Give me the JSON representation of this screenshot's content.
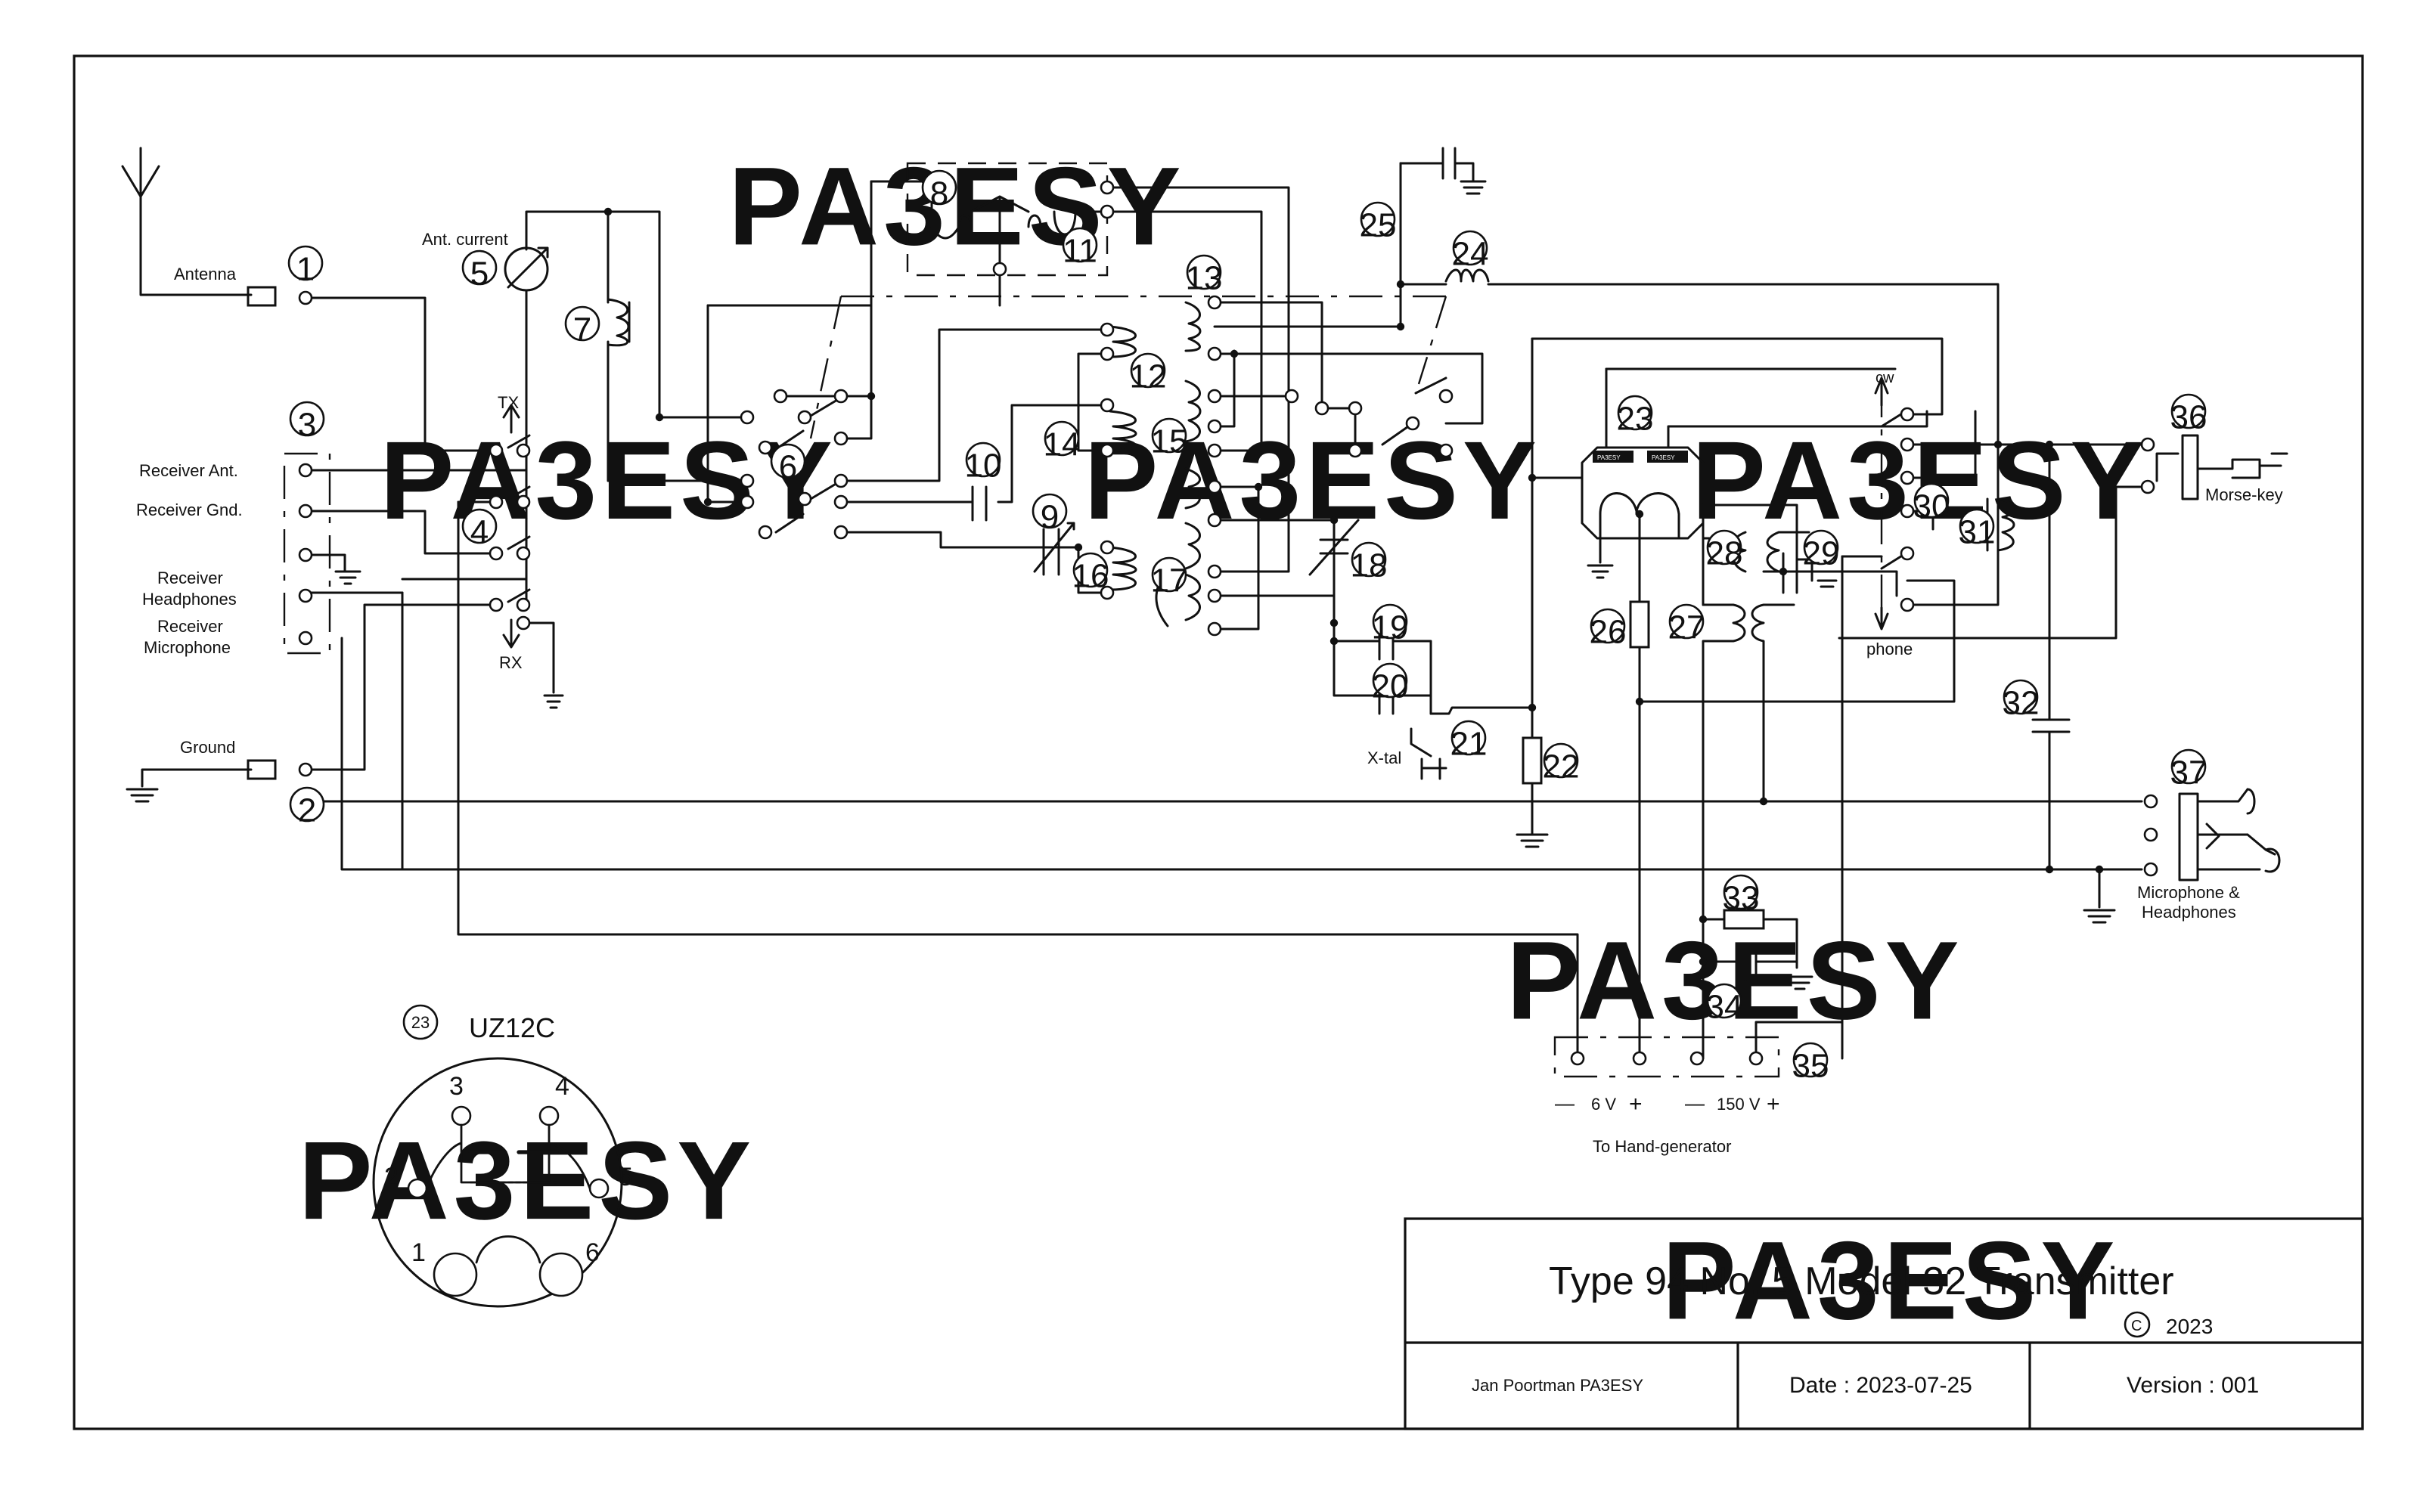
{
  "title_block": {
    "title": "Type 94  No. 5 Model 32 Transmitter",
    "copyright": "2023",
    "author": "Jan Poortman    PA3ESY",
    "date": "Date : 2023-07-25",
    "version": "Version : 001"
  },
  "watermark": "PA3ESY",
  "labels": {
    "antenna": "Antenna",
    "ground": "Ground",
    "ant_current": "Ant. current",
    "receiver_ant": "Receiver Ant.",
    "receiver_gnd": "Receiver Gnd.",
    "receiver_headphones_1": "Receiver",
    "receiver_headphones_2": "Headphones",
    "receiver_microphone_1": "Receiver",
    "receiver_microphone_2": "Microphone",
    "tx": "TX",
    "rx": "RX",
    "cw": "cw",
    "phone": "phone",
    "xtal": "X-tal",
    "morse_key": "Morse-key",
    "mic_headphones_1": "Microphone &",
    "mic_headphones_2": "Headphones",
    "v6_minus": "—",
    "v6": "6 V",
    "v6_plus": "+",
    "v150_minus": "—",
    "v150": "150 V",
    "v150_plus": "+",
    "hand_generator": "To Hand-generator",
    "tube_name": "UZ12C",
    "tube_ref": "23",
    "tube_label_chip": "PA3ESY"
  },
  "tube_pins": [
    "1",
    "2",
    "3",
    "4",
    "5",
    "6"
  ],
  "component_numbers": [
    "1",
    "2",
    "3",
    "4",
    "5",
    "6",
    "7",
    "8",
    "9",
    "10",
    "11",
    "12",
    "13",
    "14",
    "15",
    "16",
    "17",
    "18",
    "19",
    "20",
    "21",
    "22",
    "23",
    "24",
    "25",
    "26",
    "27",
    "28",
    "29",
    "30",
    "31",
    "32",
    "33",
    "34",
    "35",
    "36",
    "37"
  ]
}
